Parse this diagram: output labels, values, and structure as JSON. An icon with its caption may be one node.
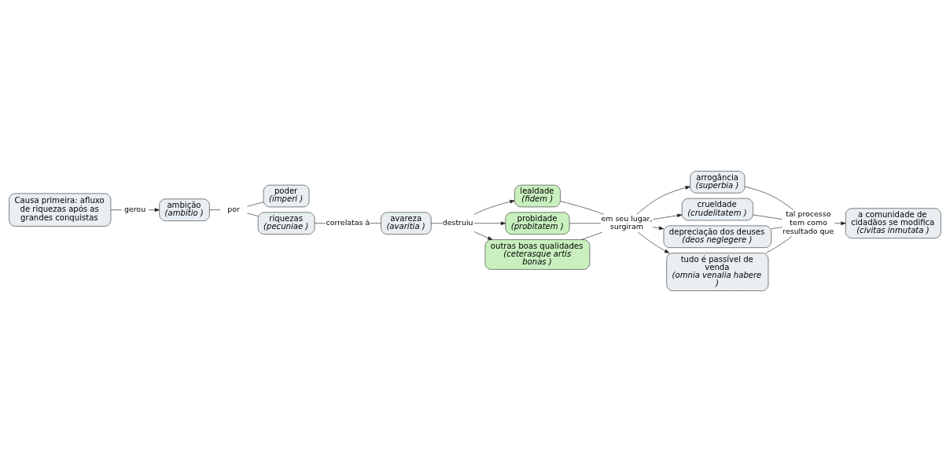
{
  "diagram": {
    "nodes": [
      {
        "text": [
          "Causa primeira: afluxo de riquezas após as grandes conquistas"
        ]
      },
      {
        "text": [
          "gerou"
        ]
      },
      {
        "text": [
          "ambição",
          "(ambitio )"
        ]
      },
      {
        "text": [
          "por"
        ]
      },
      {
        "text": [
          "poder",
          "(imperi )"
        ]
      },
      {
        "text": [
          "riquezas",
          "(pecuniae )"
        ]
      },
      {
        "text": [
          "correlatas à"
        ]
      },
      {
        "text": [
          "avareza",
          "(avaritia )"
        ]
      },
      {
        "text": [
          "destruiu"
        ]
      },
      {
        "text": [
          "lealdade",
          "(fidem )"
        ]
      },
      {
        "text": [
          "probidade",
          "(probitatem )"
        ]
      },
      {
        "text": [
          "outras boas qualidades",
          "(ceterasque artis bonas )"
        ]
      },
      {
        "text": [
          "em seu lugar, surgiram"
        ]
      },
      {
        "text": [
          "arrogância",
          "(superbia )"
        ]
      },
      {
        "text": [
          "crueldade",
          "(crudelitatem )"
        ]
      },
      {
        "text": [
          "depreciação dos deuses",
          "(deos neglegere )"
        ]
      },
      {
        "text": [
          "tudo é passível de venda",
          "(omnia venalia habere )"
        ]
      },
      {
        "text": [
          "tal processo tem como resultado que"
        ]
      },
      {
        "text": [
          "a comunidade de cidadãos se modifica",
          "(civitas inmutata )"
        ]
      }
    ],
    "edges": [
      {
        "from": 0,
        "to": 1,
        "arrow": "none"
      },
      {
        "from": 1,
        "to": 2,
        "arrow": "to"
      },
      {
        "from": 2,
        "to": 3,
        "arrow": "none"
      },
      {
        "from": 3,
        "to": 4,
        "arrow": "none"
      },
      {
        "from": 3,
        "to": 5,
        "arrow": "none"
      },
      {
        "from": 5,
        "to": 6,
        "arrow": "none"
      },
      {
        "from": 6,
        "to": 7,
        "arrow": "none"
      },
      {
        "from": 7,
        "to": 8,
        "arrow": "none"
      },
      {
        "from": 8,
        "to": 9,
        "arrow": "to"
      },
      {
        "from": 8,
        "to": 10,
        "arrow": "to"
      },
      {
        "from": 8,
        "to": 11,
        "arrow": "to"
      },
      {
        "from": 9,
        "to": 12,
        "arrow": "none"
      },
      {
        "from": 10,
        "to": 12,
        "arrow": "none"
      },
      {
        "from": 11,
        "to": 12,
        "arrow": "none"
      },
      {
        "from": 12,
        "to": 13,
        "arrow": "to"
      },
      {
        "from": 12,
        "to": 14,
        "arrow": "to"
      },
      {
        "from": 12,
        "to": 15,
        "arrow": "to"
      },
      {
        "from": 12,
        "to": 16,
        "arrow": "to"
      },
      {
        "from": 13,
        "to": 17,
        "arrow": "none"
      },
      {
        "from": 14,
        "to": 17,
        "arrow": "none"
      },
      {
        "from": 15,
        "to": 17,
        "arrow": "none"
      },
      {
        "from": 16,
        "to": 17,
        "arrow": "none"
      },
      {
        "from": 17,
        "to": 18,
        "arrow": "to"
      }
    ]
  }
}
